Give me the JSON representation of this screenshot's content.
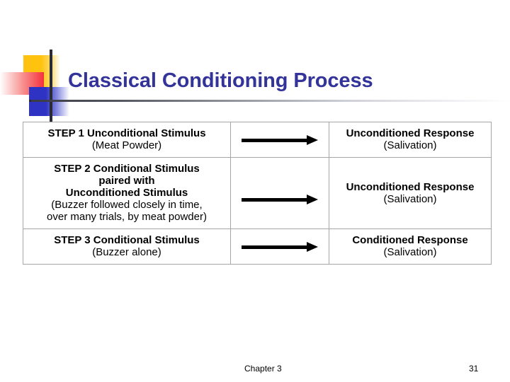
{
  "slide": {
    "title": "Classical Conditioning Process",
    "title_color": "#333399",
    "background": "#ffffff"
  },
  "decoration": {
    "name": "powerpoint-corner-motif",
    "yellow": "#FFC20E",
    "red": "#F4323C",
    "blue": "#2E33C4",
    "line": "#2b2b33"
  },
  "table": {
    "border_color": "#a6a6a6",
    "rows": [
      {
        "step": {
          "lines": [
            {
              "text": "STEP 1  Unconditional Stimulus",
              "bold": true
            },
            {
              "text": "(Meat Powder)",
              "bold": false
            }
          ]
        },
        "arrow": {
          "icon": "right-arrow-icon",
          "color": "#000000"
        },
        "response": {
          "lines": [
            {
              "text": "Unconditioned Response",
              "bold": true
            },
            {
              "text": "(Salivation)",
              "bold": false
            }
          ]
        }
      },
      {
        "step": {
          "lines": [
            {
              "text": "STEP 2        Conditional Stimulus",
              "bold": true
            },
            {
              "text": "paired with",
              "bold": true
            },
            {
              "text": "Unconditioned Stimulus",
              "bold": true
            },
            {
              "text": "(Buzzer followed closely in time,",
              "bold": false
            },
            {
              "text": "over many trials,  by meat powder)",
              "bold": false
            }
          ]
        },
        "arrow": {
          "icon": "right-arrow-icon",
          "color": "#000000"
        },
        "response": {
          "lines": [
            {
              "text": "Unconditioned Response",
              "bold": true
            },
            {
              "text": "(Salivation)",
              "bold": false
            }
          ]
        }
      },
      {
        "step": {
          "lines": [
            {
              "text": "STEP 3        Conditional Stimulus",
              "bold": true
            },
            {
              "text": "(Buzzer alone)",
              "bold": false
            }
          ]
        },
        "arrow": {
          "icon": "right-arrow-icon",
          "color": "#000000"
        },
        "response": {
          "lines": [
            {
              "text": "Conditioned Response",
              "bold": true
            },
            {
              "text": "(Salivation)",
              "bold": false
            }
          ]
        }
      }
    ]
  },
  "footer": {
    "chapter": "Chapter 3",
    "page_number": "31"
  }
}
